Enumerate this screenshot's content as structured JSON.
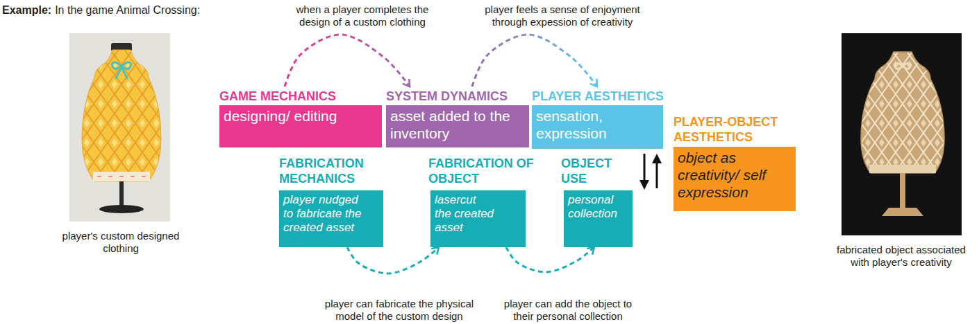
{
  "diagram": {
    "nodes": [
      {
        "text": [
          "GAME MECHANICS",
          "designing/ editing"
        ]
      },
      {
        "text": [
          "SYSTEM DYNAMICS",
          "asset added to the inventory"
        ]
      },
      {
        "text": [
          "PLAYER AESTHETICS",
          "sensation, expression"
        ]
      },
      {
        "text": [
          "PLAYER-OBJECT AESTHETICS",
          "object as creativity/ self expression"
        ]
      },
      {
        "text": [
          "FABRICATION MECHANICS",
          "player nudged to fabricate the created asset"
        ]
      },
      {
        "text": [
          "FABRICATION OF OBJECT",
          "lasercut the created asset"
        ]
      },
      {
        "text": [
          "OBJECT USE",
          "personal collection"
        ]
      }
    ],
    "edges": [
      {
        "from": 0,
        "to": 1,
        "arrow": "to",
        "label": "when a player completes the design of a custom clothing"
      },
      {
        "from": 1,
        "to": 2,
        "arrow": "to",
        "label": "player feels a sense of enjoyment through expession of creativity"
      },
      {
        "from": 4,
        "to": 5,
        "arrow": "to",
        "label": "player can fabricate the physical model of the custom design"
      },
      {
        "from": 5,
        "to": 6,
        "arrow": "to",
        "label": "player can add the object to their personal collection"
      }
    ],
    "labels": [
      "Example:",
      "In the game Animal Crossing:",
      "player's custom designed clothing",
      "fabricated object associated with player's creativity"
    ]
  }
}
